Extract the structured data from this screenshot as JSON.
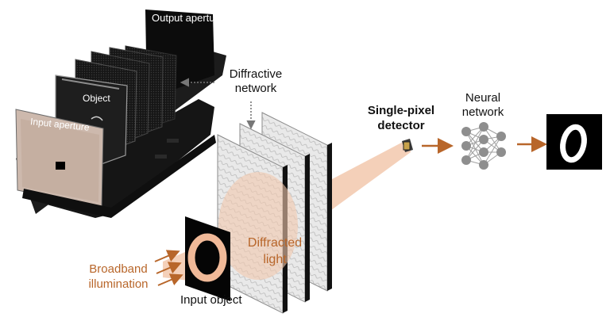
{
  "photo": {
    "output_aperture": "Output aperture",
    "object": "Object",
    "input_aperture": "Input aperture"
  },
  "diffractive_network": [
    "Diffractive",
    "network"
  ],
  "detector": [
    "Single-pixel",
    "detector"
  ],
  "neural_network": [
    "Neural",
    "network"
  ],
  "diffracted_light": [
    "Diffracted",
    "light"
  ],
  "broadband": [
    "Broadband",
    "illumination"
  ],
  "input_object": "Input object",
  "colors": {
    "accent": "#b8662a",
    "beam": "#f2c8ad",
    "ink": "#111111",
    "node": "#8e8e8e"
  }
}
